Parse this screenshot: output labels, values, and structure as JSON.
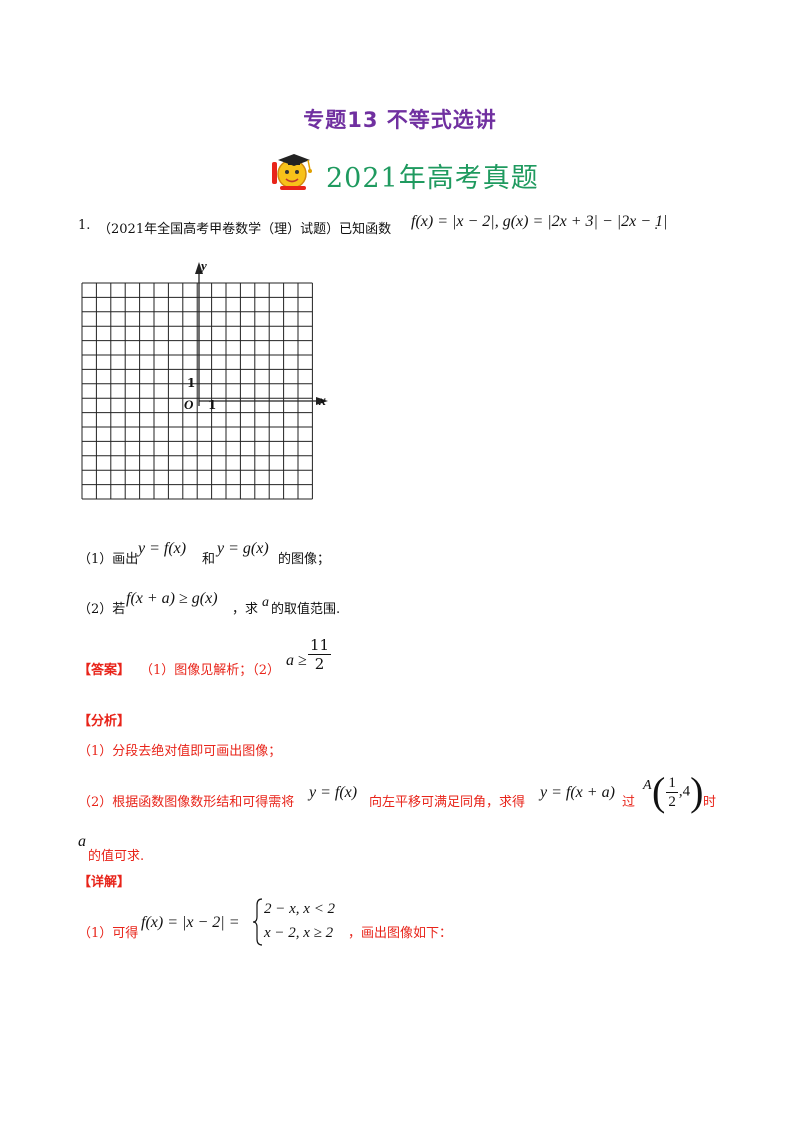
{
  "title": "专题13  不等式选讲",
  "subtitle": "2021年高考真题",
  "question1": {
    "number": "1.",
    "source": "（2021年全国高考甲卷数学（理）试题）已知函数",
    "formula": "f(x) = |x − 2|, g(x) = |2x + 3| − |2x − 1|",
    "end": ".",
    "part1_prefix": "（1）画出",
    "part1_f": "y = f(x)",
    "part1_and": "和",
    "part1_g": "y = g(x)",
    "part1_suffix": "的图像；",
    "part2_prefix": "（2）若",
    "part2_ineq": "f(x + a) ≥ g(x)",
    "part2_suffix": "，求",
    "part2_var": "a",
    "part2_end": "的取值范围."
  },
  "graph": {
    "y_label": "y",
    "x_label": "x",
    "origin_label": "O",
    "x_tick": "1",
    "y_tick": "1",
    "columns": 16,
    "rows": 15
  },
  "answer": {
    "label": "【答案】",
    "text": "（1）图像见解析；（2）",
    "lhs": "a ≥",
    "numerator": "11",
    "denominator": "2"
  },
  "analysis": {
    "label": "【分析】",
    "line1": "（1）分段去绝对值即可画出图像；",
    "line2_prefix": "（2）根据函数图像数形结和可得需将",
    "line2_f": "y = f(x)",
    "line2_mid": "向左平移可满足同角，求得",
    "line2_f2": "y = f(x + a)",
    "line2_pass": "过",
    "point_label": "A",
    "point_num": "1",
    "point_den": "2",
    "point_y": "4",
    "line2_when": "时",
    "line3_var": "a",
    "line3_text": "的值可求."
  },
  "detail": {
    "label": "【详解】",
    "prefix": "（1）可得",
    "lhs": "f(x) = |x − 2| =",
    "case1": "2 − x, x < 2",
    "case2": "x − 2, x ≥ 2",
    "suffix": "，画出图像如下："
  }
}
